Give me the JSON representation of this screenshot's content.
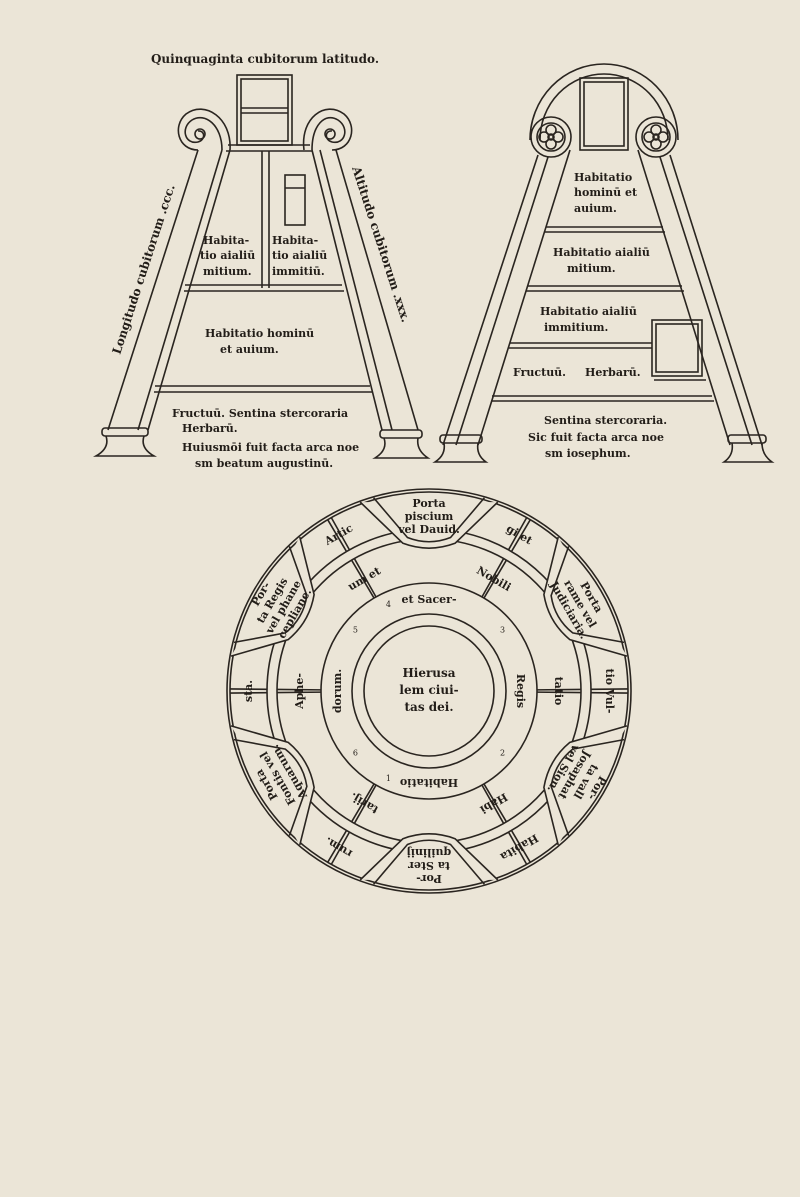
{
  "ark_augustine": {
    "title": "Quinquaginta cubitorum latitudo.",
    "left_side": "Longitudo cubitorum .ccc.",
    "right_side": "Altitudo cubitorum .xxx.",
    "room_mild": [
      "Habita-",
      "tio aialiū",
      "mitium."
    ],
    "room_wild": [
      "Habita-",
      "tio aialiū",
      "immitiū."
    ],
    "room_men": [
      "Habitatio hominū",
      "et auium."
    ],
    "bottom": [
      "Fructuū. Sentina stercoraria",
      "Herbarū.",
      "Huiusmōi fuit facta arca noe",
      "sm beatum augustinū."
    ]
  },
  "ark_josephus": {
    "room_men": [
      "Habitatio",
      "hominū et",
      "auium."
    ],
    "room_mild": [
      "Habitatio aialiū",
      "mitium."
    ],
    "room_wild": [
      "Habitatio aialiū",
      "immitium."
    ],
    "fruits": "Fructuū.",
    "herbs": "Herbarū.",
    "bottom": [
      "Sentina stercoraria.",
      "Sic fuit facta arca noe",
      "sm iosephum."
    ]
  },
  "jerusalem": {
    "center": [
      "Hierusa",
      "lem ciui-",
      "tas dei."
    ],
    "gate_top": [
      "Porta",
      "piscium",
      "vel Dauid."
    ],
    "gate_upper_right": [
      "Porta",
      "rame vel",
      "Judiciaria."
    ],
    "gate_upper_left": [
      "Por-",
      "ta Regis",
      "vel phane",
      "cepliane."
    ],
    "gate_lower_right": [
      "Por-",
      "ta vall",
      "Josaphat",
      "vel Sion."
    ],
    "gate_lower_left": [
      "Porta",
      "Fontis vel",
      "Aquarum."
    ],
    "gate_bottom": [
      "Por-",
      "ta Ster",
      "quilinij"
    ],
    "outer_ring": {
      "top_left": "Artic",
      "top_right": "gi et",
      "left": "sta.",
      "right": "tio Vul-",
      "bottom_left": "rum.",
      "bottom_right": "Habita"
    },
    "middle_ring": {
      "top_left": "um et",
      "top_right": "Nobili",
      "left": "Aphe-",
      "right": "tatio",
      "bottom_left": "tarij.",
      "bottom_right": "Habi"
    },
    "inner_ring": {
      "top": "et Sacer-",
      "left": "dorum.",
      "right": "Regis",
      "bottom": "Habitatio"
    },
    "numbers": [
      "1",
      "2",
      "3",
      "4",
      "5",
      "6"
    ]
  }
}
